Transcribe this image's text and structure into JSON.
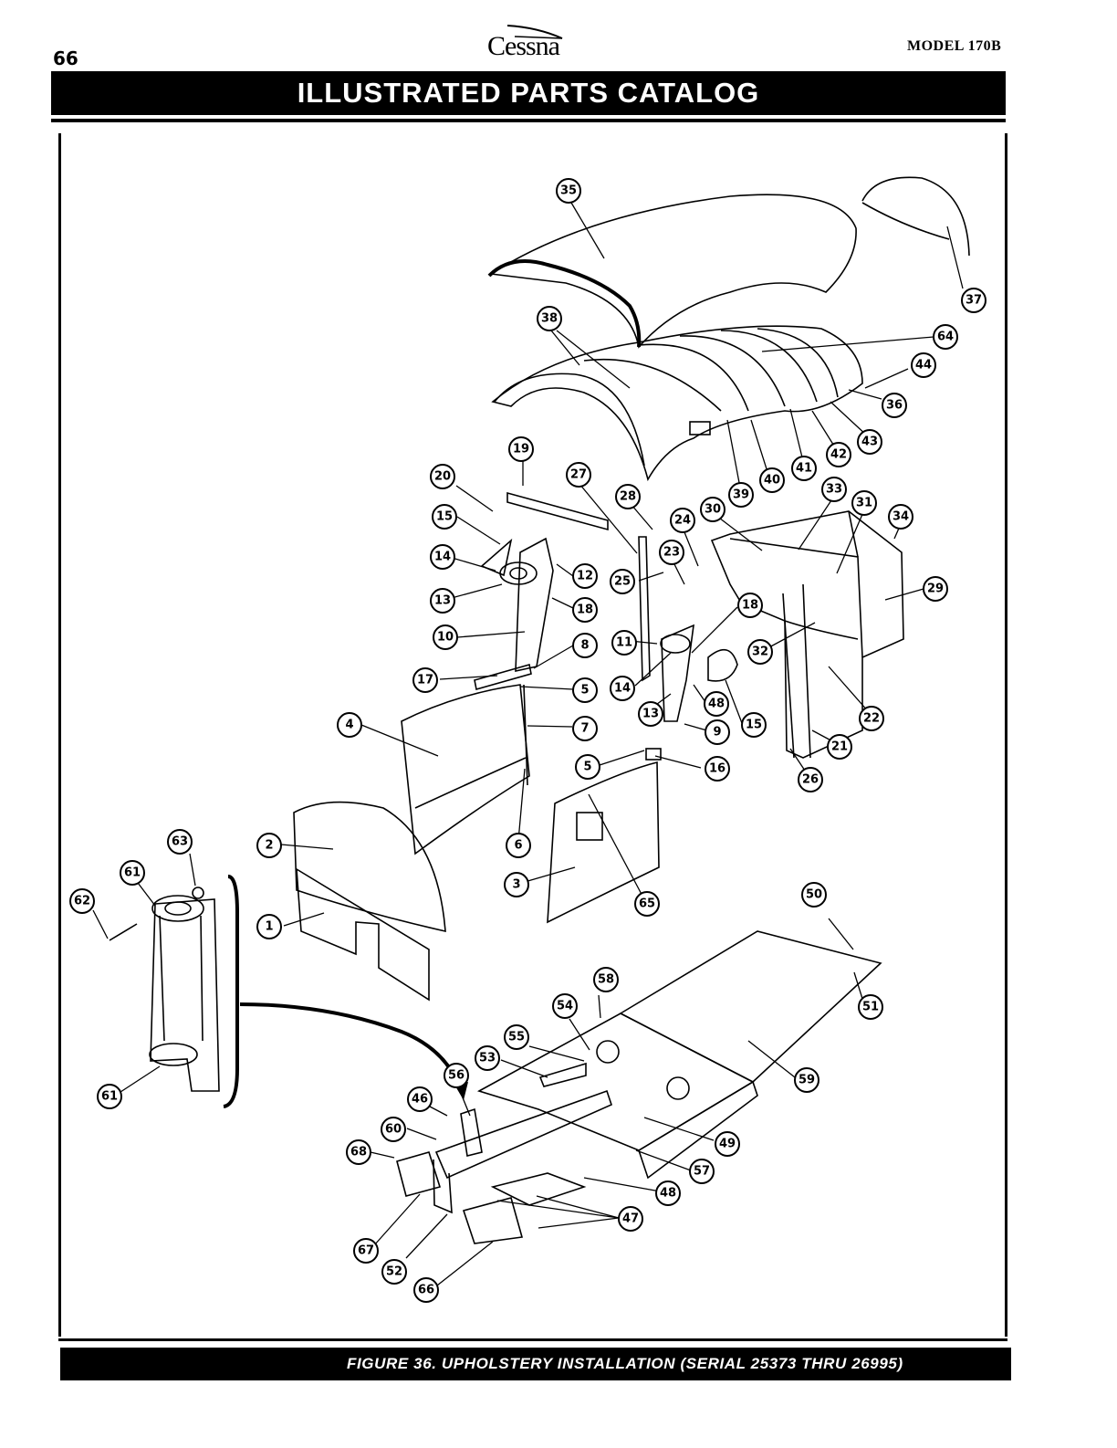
{
  "header": {
    "page_number": "66",
    "brand": "Cessna",
    "model": "MODEL 170B",
    "title": "ILLUSTRATED PARTS CATALOG"
  },
  "figure": {
    "caption": "FIGURE 36.   UPHOLSTERY INSTALLATION (SERIAL 25373 THRU 26995)"
  },
  "callouts": [
    "1",
    "2",
    "3",
    "4",
    "5",
    "5",
    "6",
    "7",
    "8",
    "9",
    "10",
    "11",
    "12",
    "13",
    "13",
    "14",
    "14",
    "15",
    "15",
    "16",
    "17",
    "18",
    "18",
    "19",
    "20",
    "21",
    "22",
    "23",
    "24",
    "25",
    "26",
    "27",
    "28",
    "29",
    "30",
    "31",
    "32",
    "33",
    "34",
    "35",
    "36",
    "37",
    "38",
    "39",
    "40",
    "41",
    "42",
    "43",
    "44",
    "46",
    "47",
    "48",
    "48",
    "49",
    "50",
    "51",
    "52",
    "53",
    "54",
    "55",
    "56",
    "57",
    "58",
    "59",
    "60",
    "61",
    "61",
    "62",
    "63",
    "64",
    "65",
    "66",
    "67",
    "68"
  ]
}
